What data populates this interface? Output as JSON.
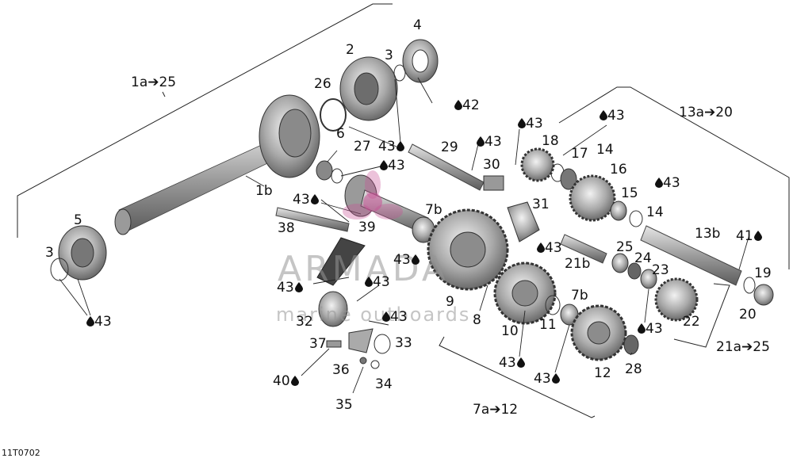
{
  "diagram": {
    "reference_code": "11T0702",
    "watermark_brand": "ARMADA",
    "watermark_sub": "marine outboards",
    "group_labels": [
      "1a➔25",
      "13a➔20",
      "21a➔25",
      "7a➔12"
    ],
    "part_labels": [
      "1b",
      "2",
      "3",
      "4",
      "5",
      "6",
      "7b",
      "8",
      "9",
      "10",
      "11",
      "12",
      "13b",
      "14",
      "15",
      "16",
      "17",
      "18",
      "19",
      "20",
      "21b",
      "22",
      "23",
      "24",
      "25",
      "26",
      "27",
      "28",
      "29",
      "30",
      "31",
      "32",
      "33",
      "34",
      "35",
      "36",
      "37",
      "38",
      "39",
      "40",
      "41",
      "42",
      "43"
    ],
    "oil_drop_symbol": "oil-drop-icon"
  }
}
